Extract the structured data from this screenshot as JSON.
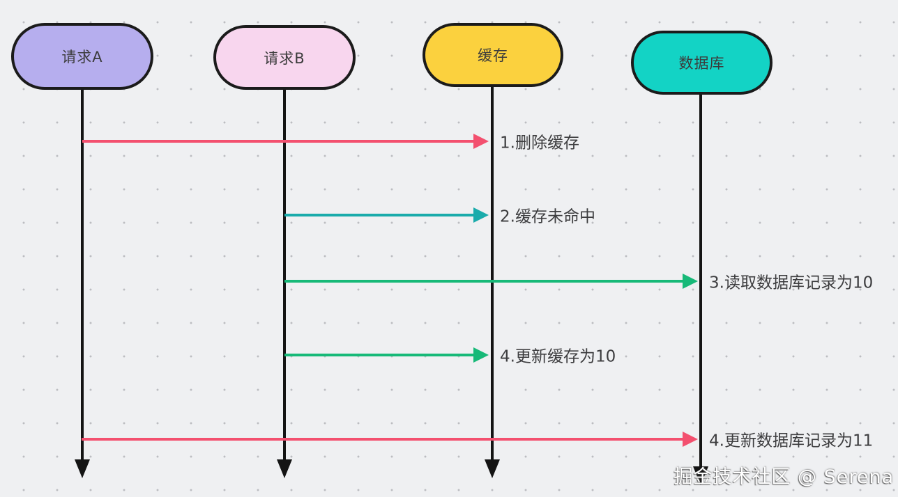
{
  "diagram": {
    "type": "sequence-diagram",
    "background_color": "#eff0f2",
    "lifeline_color": "#141414",
    "label_color": "#3d3d3f",
    "actors": [
      {
        "name": "请求A",
        "color": "#b6aeee"
      },
      {
        "name": "请求B",
        "color": "#f8d6ee"
      },
      {
        "name": "缓存",
        "color": "#fbd13e"
      },
      {
        "name": "数据库",
        "color": "#13d3c5"
      }
    ],
    "messages": [
      {
        "label": "1.删除缓存",
        "from": "请求A",
        "to": "缓存",
        "color": "#f3506f"
      },
      {
        "label": "2.缓存未命中",
        "from": "请求B",
        "to": "缓存",
        "color": "#1aabab"
      },
      {
        "label": "3.读取数据库记录为10",
        "from": "请求B",
        "to": "数据库",
        "color": "#17b978"
      },
      {
        "label": "4.更新缓存为10",
        "from": "请求B",
        "to": "缓存",
        "color": "#17b978"
      },
      {
        "label": "4.更新数据库记录为11",
        "from": "请求A",
        "to": "数据库",
        "color": "#f3506f"
      }
    ],
    "watermark": "掘金技术社区 @ Serena"
  }
}
